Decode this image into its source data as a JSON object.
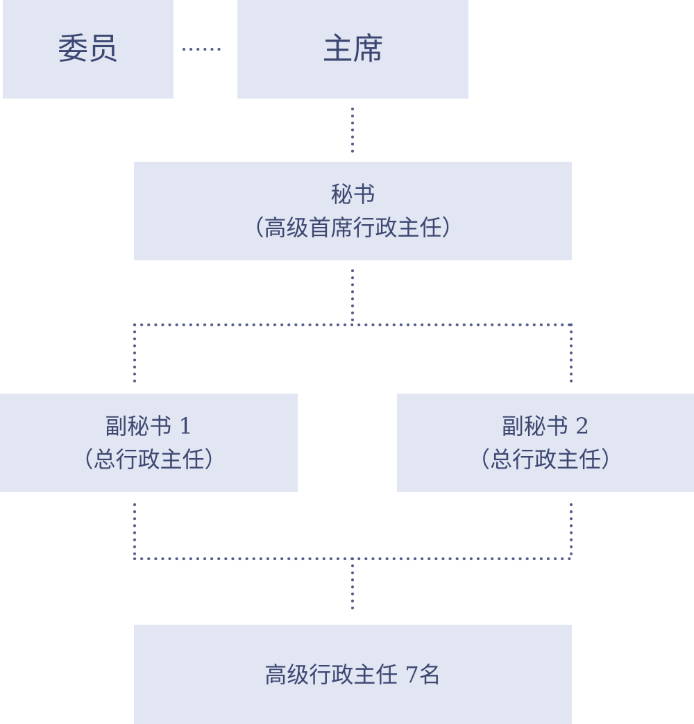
{
  "colors": {
    "box_fill": "#e1e6f2",
    "text": "#3d4772",
    "connector": "#555d8a"
  },
  "nodes": {
    "member": {
      "label": "委员"
    },
    "chairman": {
      "label": "主席"
    },
    "secretary": {
      "label": "秘书",
      "sublabel": "（高级首席行政主任）"
    },
    "deputy_1": {
      "label": "副秘书 1",
      "sublabel": "（总行政主任）"
    },
    "deputy_2": {
      "label": "副秘书 2",
      "sublabel": "（总行政主任）"
    },
    "senior_officers": {
      "label": "高级行政主任 7名"
    }
  }
}
